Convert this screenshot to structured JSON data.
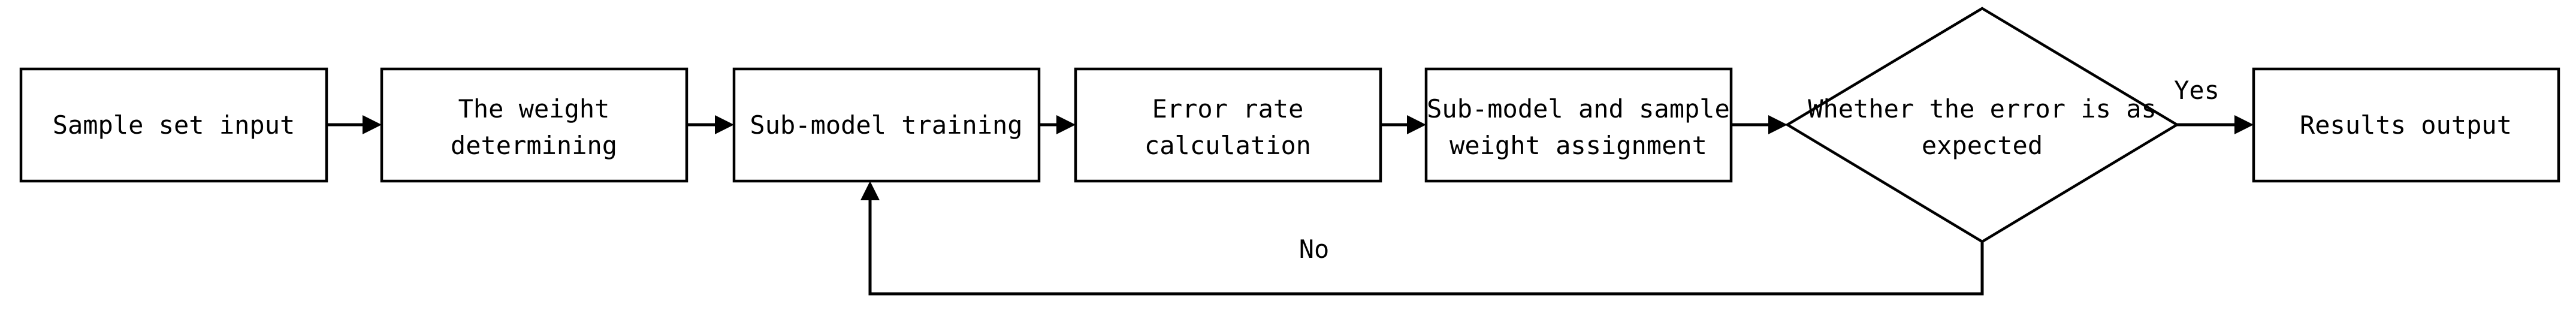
{
  "diagram": {
    "nodes": [
      {
        "id": "sample-input",
        "shape": "rect",
        "lines": [
          "Sample set input"
        ]
      },
      {
        "id": "weight-determining",
        "shape": "rect",
        "lines": [
          "The weight",
          "determining"
        ]
      },
      {
        "id": "submodel-training",
        "shape": "rect",
        "lines": [
          "Sub-model training"
        ]
      },
      {
        "id": "error-rate",
        "shape": "rect",
        "lines": [
          "Error rate",
          "calculation"
        ]
      },
      {
        "id": "weight-assignment",
        "shape": "rect",
        "lines": [
          "Sub-model and sample",
          "weight assignment"
        ]
      },
      {
        "id": "error-check",
        "shape": "diamond",
        "lines": [
          "Whether the error is as",
          "expected"
        ]
      },
      {
        "id": "results-output",
        "shape": "rect",
        "lines": [
          "Results output"
        ]
      }
    ],
    "edges": [
      {
        "from": "sample-input",
        "to": "weight-determining"
      },
      {
        "from": "weight-determining",
        "to": "submodel-training"
      },
      {
        "from": "submodel-training",
        "to": "error-rate"
      },
      {
        "from": "error-rate",
        "to": "weight-assignment"
      },
      {
        "from": "weight-assignment",
        "to": "error-check"
      },
      {
        "from": "error-check",
        "to": "results-output",
        "label": "Yes"
      },
      {
        "from": "error-check",
        "to": "submodel-training",
        "label": "No"
      }
    ]
  }
}
